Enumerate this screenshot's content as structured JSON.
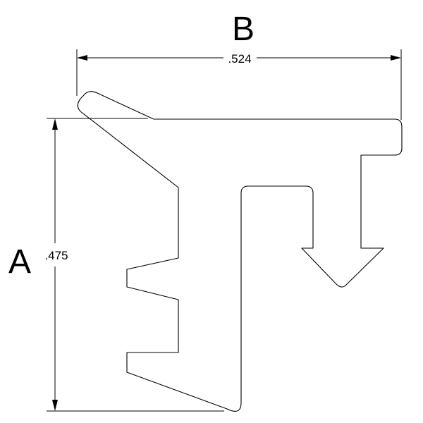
{
  "dimension_b": {
    "letter": "B",
    "value": ".524"
  },
  "dimension_a": {
    "letter": "A",
    "value": ".475"
  },
  "colors": {
    "line": "#000000",
    "background": "#ffffff"
  }
}
